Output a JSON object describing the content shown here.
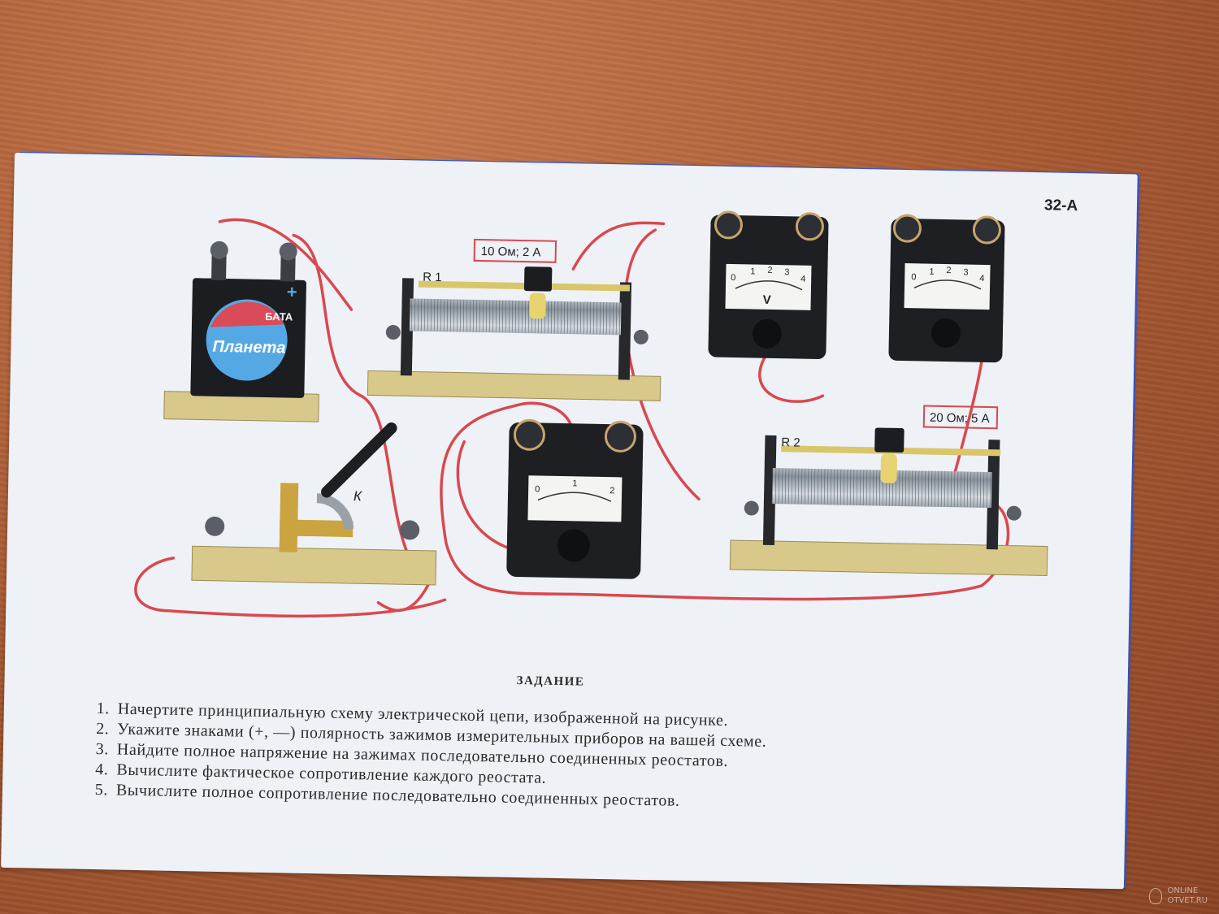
{
  "card": {
    "label": "32-А",
    "task_title": "ЗАДАНИЕ",
    "tasks": [
      {
        "num": "1.",
        "text": "Начертите принципиальную схему электрической цепи, изображенной на рисунке."
      },
      {
        "num": "2.",
        "text": "Укажите знаками (+, —) полярность зажимов измерительных приборов на вашей схеме."
      },
      {
        "num": "3.",
        "text": "Найдите полное напряжение на зажимах последовательно соединенных реостатов."
      },
      {
        "num": "4.",
        "text": "Вычислите фактическое сопротивление каждого реостата."
      },
      {
        "num": "5.",
        "text": "Вычислите полное сопротивление последовательно соединенных реостатов."
      }
    ]
  },
  "circuit": {
    "battery": {
      "label_top": "БАТА",
      "label_brand": "Планета",
      "plus": "+"
    },
    "rheostat1": {
      "name": "R 1",
      "rating": "10 Ом; 2 А"
    },
    "rheostat2": {
      "name": "R 2",
      "rating": "20 Ом; 5 А"
    },
    "switch": {
      "name": "К"
    },
    "voltmeter": {
      "ticks": [
        "0",
        "1",
        "2",
        "3",
        "4"
      ],
      "unit": "V"
    },
    "ammeter_top": {
      "ticks": [
        "0",
        "1",
        "2",
        "3",
        "4"
      ]
    },
    "ammeter_bottom": {
      "ticks": [
        "0",
        "1",
        "2"
      ]
    }
  },
  "colors": {
    "wire": "#d9484f",
    "wood": "#d8c98a",
    "instrument": "#1d1f22"
  },
  "watermark": {
    "line1": "ONLINE",
    "line2": "OTVET.RU"
  }
}
